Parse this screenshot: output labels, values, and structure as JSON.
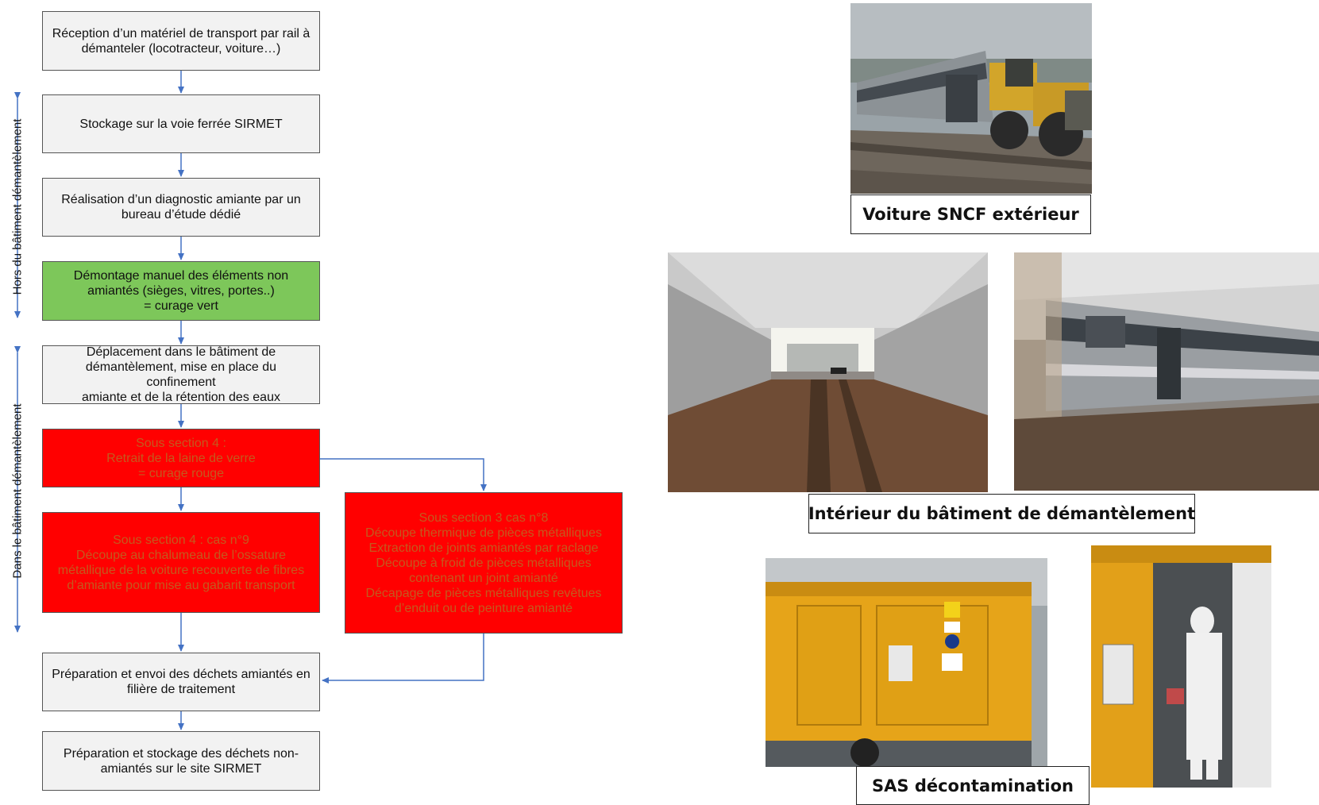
{
  "flow": {
    "step1": "Réception d’un matériel de transport par rail à\ndémanteler (locotracteur, voiture…)",
    "step2": "Stockage sur la voie ferrée SIRMET",
    "step3": "Réalisation d’un diagnostic amiante par un\nbureau d’étude dédié",
    "step4": "Démontage manuel des éléments non\namiantés (sièges, vitres, portes..)\n= curage vert",
    "step5": "Déplacement dans le bâtiment de\ndémantèlement, mise en place du confinement\namiante et de la rétention des eaux",
    "step6": "Sous section 4 :\nRetrait de la laine de verre\n= curage rouge",
    "step7": "Sous section 4 : cas n°9\nDécoupe au chalumeau de l’ossature\nmétallique de la voiture recouverte de fibres\nd’amiante pour mise au gabarit transport",
    "step8": "Sous section 3 cas n°8\nDécoupe thermique de pièces métalliques\nExtraction de joints amiantés par raclage\nDécoupe à froid de pièces métalliques\ncontenant un joint amianté\nDécapage de pièces métalliques revêtues\nd’enduit ou de peinture amianté",
    "step9": "Préparation et envoi des déchets amiantés en\nfilière de traitement",
    "step10": "Préparation et stockage des déchets non-\namiantés sur le site SIRMET"
  },
  "side_labels": {
    "outside": "Hors du bâtiment démantèlement",
    "inside": "Dans le bâtiment démantèlement"
  },
  "captions": {
    "exterior": "Voiture SNCF extérieur",
    "interior": "Intérieur du bâtiment de démantèlement",
    "sas": "SAS décontamination"
  },
  "colors": {
    "grey_box": "#f2f2f2",
    "green_box": "#7dc75a",
    "red_box": "#ff0000",
    "arrow": "#4472c4"
  }
}
